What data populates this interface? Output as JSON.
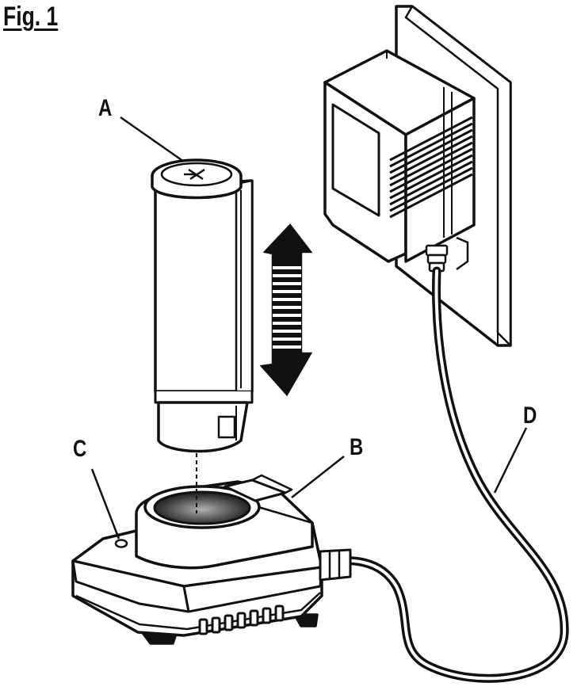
{
  "figure": {
    "title": "Fig. 1",
    "labels": {
      "a": "A",
      "b": "B",
      "c": "C",
      "d": "D"
    }
  },
  "colors": {
    "ink": "#111111",
    "paper": "#ffffff",
    "shade": "#8a8a8a"
  }
}
